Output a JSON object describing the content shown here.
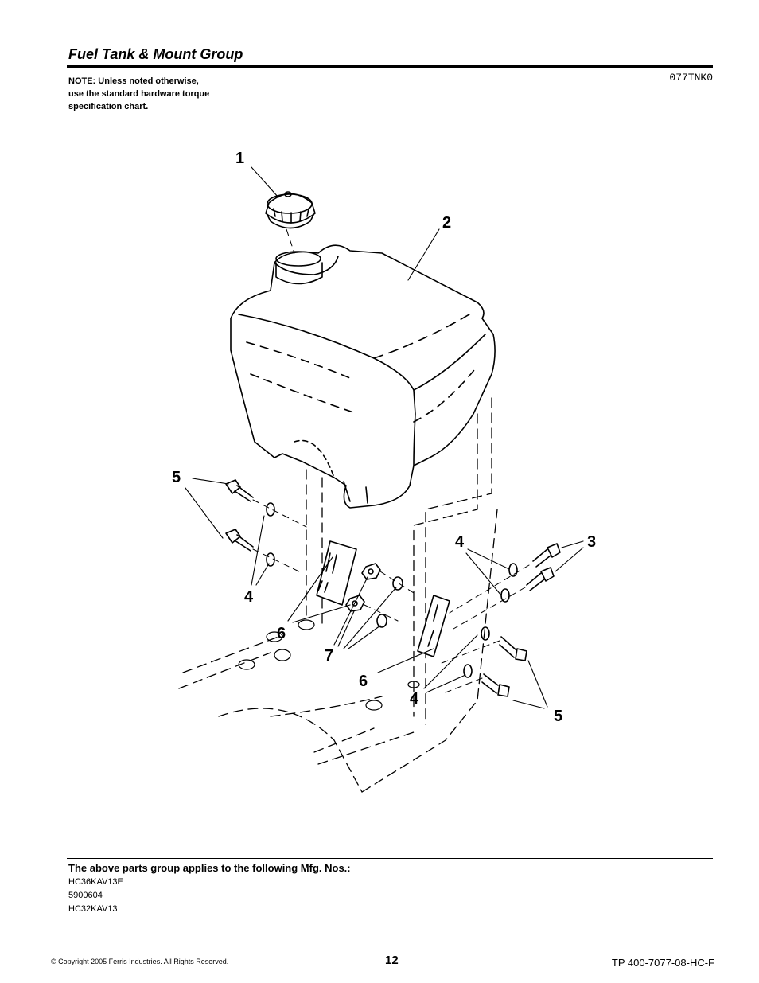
{
  "header": {
    "title": "Fuel Tank & Mount Group",
    "code": "077TNK0"
  },
  "note": {
    "line1": "NOTE: Unless noted otherwise,",
    "line2": "use the standard hardware torque",
    "line3": "specification chart."
  },
  "callouts": {
    "c1": "1",
    "c2": "2",
    "c3": "3",
    "c4a": "4",
    "c4b": "4",
    "c4c": "4",
    "c5a": "5",
    "c5b": "5",
    "c6a": "6",
    "c6b": "6",
    "c7": "7"
  },
  "applies": {
    "heading": "The above parts group applies to the following Mfg. Nos.:",
    "items": [
      "HC36KAV13E",
      "5900604",
      "HC32KAV13"
    ]
  },
  "footer": {
    "copyright": "© Copyright  2005 Ferris Industries. All Rights Reserved.",
    "page": "12",
    "doc_number": "TP 400-7077-08-HC-F"
  }
}
